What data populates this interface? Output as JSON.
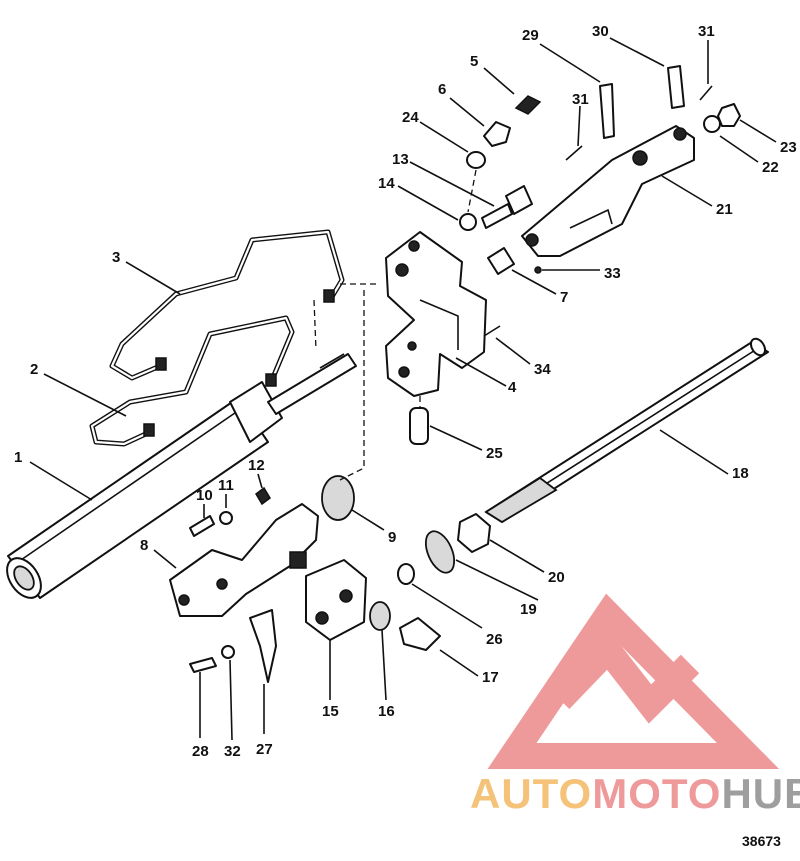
{
  "diagram": {
    "figure_number": "38673",
    "watermark": {
      "part1": "AUTO",
      "part2": "MOTO",
      "part3": "HUB",
      "colors": {
        "auto": "#f5c27a",
        "moto": "#ef9a9a",
        "hub": "#9e9e9e",
        "mark": "#ef9a9a"
      }
    },
    "callouts": [
      "1",
      "2",
      "3",
      "4",
      "5",
      "6",
      "7",
      "8",
      "9",
      "10",
      "11",
      "12",
      "13",
      "14",
      "15",
      "16",
      "17",
      "18",
      "19",
      "20",
      "21",
      "22",
      "23",
      "24",
      "25",
      "26",
      "27",
      "28",
      "29",
      "30",
      "31",
      "31",
      "32",
      "33",
      "34"
    ]
  }
}
